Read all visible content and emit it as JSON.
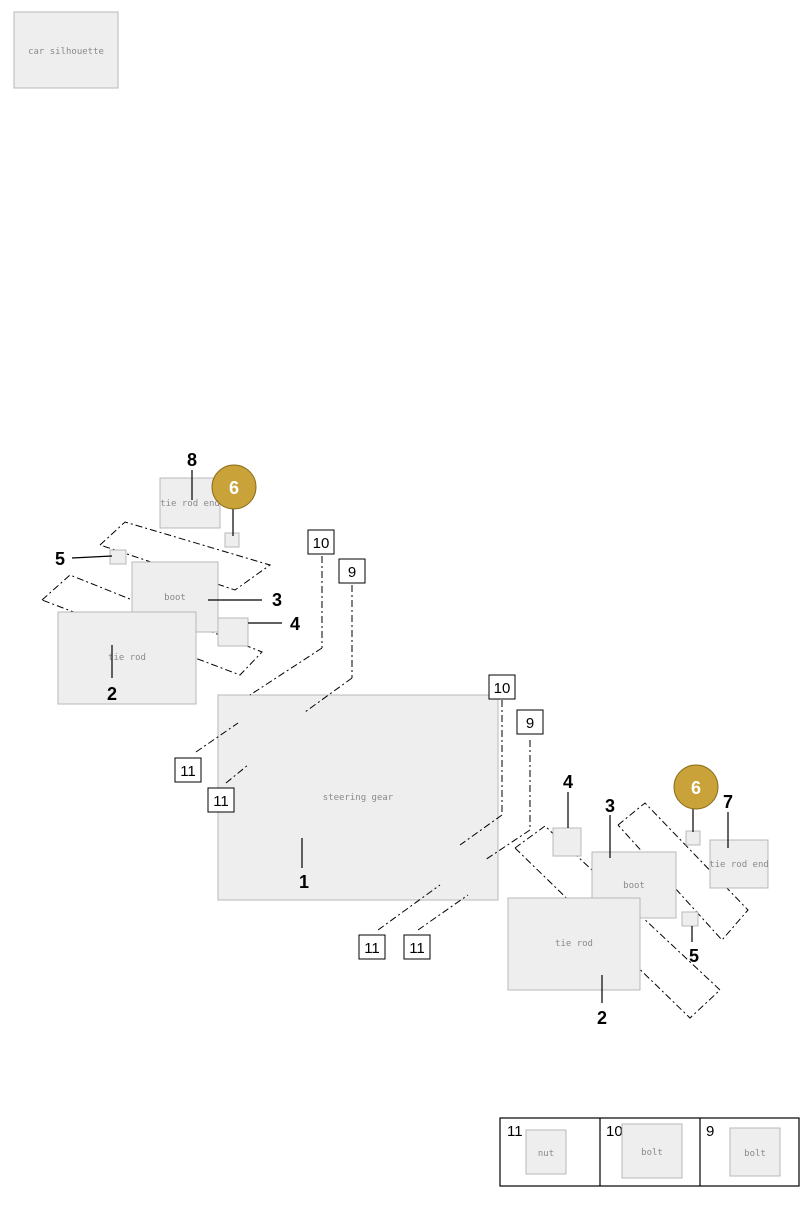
{
  "callouts": {
    "c1": "1",
    "c2_left": "2",
    "c2_right": "2",
    "c3_left": "3",
    "c3_right": "3",
    "c4_left": "4",
    "c4_right": "4",
    "c5_left": "5",
    "c5_right": "5",
    "c6_left": "6",
    "c6_right": "6",
    "c7": "7",
    "c8": "8"
  },
  "boxed_labels": {
    "b10_a": "10",
    "b9_a": "9",
    "b10_b": "10",
    "b9_b": "9",
    "b11_a": "11",
    "b11_b": "11",
    "b11_c": "11",
    "b11_d": "11"
  },
  "legend": {
    "cells": [
      {
        "num": "11",
        "icon": "nut-icon"
      },
      {
        "num": "10",
        "icon": "long-bolt-icon"
      },
      {
        "num": "9",
        "icon": "short-bolt-icon"
      }
    ]
  },
  "highlight_color": "#c9a23a",
  "car_icon": "car-silhouette-icon"
}
